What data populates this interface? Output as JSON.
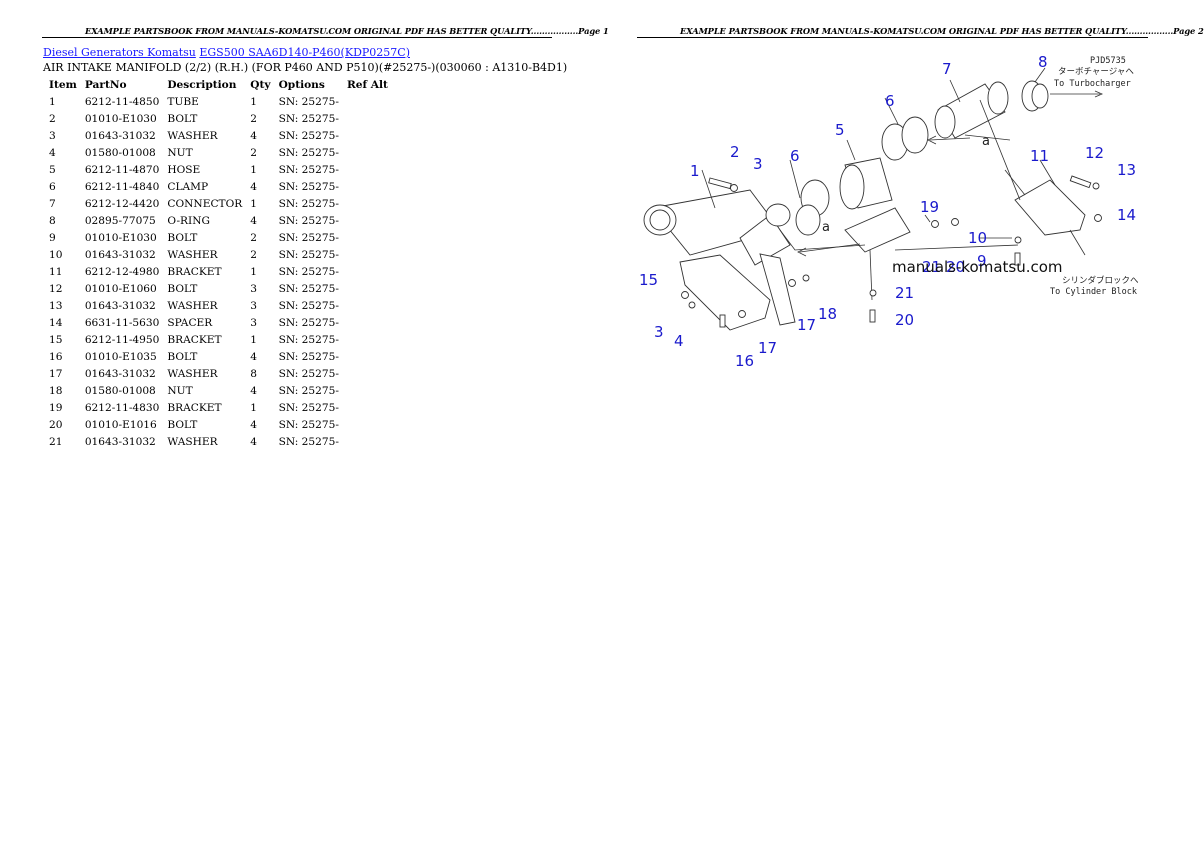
{
  "header": {
    "left": "EXAMPLE PARTSBOOK FROM MANUALS-KOMATSU.COM ORIGINAL PDF HAS BETTER QUALITY.................Page 1",
    "right": "EXAMPLE PARTSBOOK FROM MANUALS-KOMATSU.COM ORIGINAL PDF HAS BETTER QUALITY.................Page 2"
  },
  "breadcrumb": {
    "link1": "Diesel Generators Komatsu",
    "link2": "EGS500 SAA6D140-P460(KDP0257C)"
  },
  "section_title": "AIR INTAKE MANIFOLD (2/2) (R.H.) (FOR P460 AND P510)(#25275-)(030060 : A1310-B4D1)",
  "table": {
    "headers": [
      "Item",
      "PartNo",
      "Description",
      "Qty",
      "Options",
      "Ref Alt"
    ],
    "rows": [
      [
        "1",
        "6212-11-4850",
        "TUBE",
        "1",
        "SN: 25275-",
        ""
      ],
      [
        "2",
        "01010-E1030",
        "BOLT",
        "2",
        "SN: 25275-",
        ""
      ],
      [
        "3",
        "01643-31032",
        "WASHER",
        "4",
        "SN: 25275-",
        ""
      ],
      [
        "4",
        "01580-01008",
        "NUT",
        "2",
        "SN: 25275-",
        ""
      ],
      [
        "5",
        "6212-11-4870",
        "HOSE",
        "1",
        "SN: 25275-",
        ""
      ],
      [
        "6",
        "6212-11-4840",
        "CLAMP",
        "4",
        "SN: 25275-",
        ""
      ],
      [
        "7",
        "6212-12-4420",
        "CONNECTOR",
        "1",
        "SN: 25275-",
        ""
      ],
      [
        "8",
        "02895-77075",
        "O-RING",
        "4",
        "SN: 25275-",
        ""
      ],
      [
        "9",
        "01010-E1030",
        "BOLT",
        "2",
        "SN: 25275-",
        ""
      ],
      [
        "10",
        "01643-31032",
        "WASHER",
        "2",
        "SN: 25275-",
        ""
      ],
      [
        "11",
        "6212-12-4980",
        "BRACKET",
        "1",
        "SN: 25275-",
        ""
      ],
      [
        "12",
        "01010-E1060",
        "BOLT",
        "3",
        "SN: 25275-",
        ""
      ],
      [
        "13",
        "01643-31032",
        "WASHER",
        "3",
        "SN: 25275-",
        ""
      ],
      [
        "14",
        "6631-11-5630",
        "SPACER",
        "3",
        "SN: 25275-",
        ""
      ],
      [
        "15",
        "6212-11-4950",
        "BRACKET",
        "1",
        "SN: 25275-",
        ""
      ],
      [
        "16",
        "01010-E1035",
        "BOLT",
        "4",
        "SN: 25275-",
        ""
      ],
      [
        "17",
        "01643-31032",
        "WASHER",
        "8",
        "SN: 25275-",
        ""
      ],
      [
        "18",
        "01580-01008",
        "NUT",
        "4",
        "SN: 25275-",
        ""
      ],
      [
        "19",
        "6212-11-4830",
        "BRACKET",
        "1",
        "SN: 25275-",
        ""
      ],
      [
        "20",
        "01010-E1016",
        "BOLT",
        "4",
        "SN: 25275-",
        ""
      ],
      [
        "21",
        "01643-31032",
        "WASHER",
        "4",
        "SN: 25275-",
        ""
      ]
    ]
  },
  "diagram": {
    "code": "PJD5735",
    "turbo_jp": "ターボチャージャへ",
    "turbo_en": "To Turbocharger",
    "block_jp": "シリンダブロックへ",
    "block_en": "To Cylinder Block",
    "watermark": "manuals-komatsu.com",
    "ref_a": "a",
    "callouts": {
      "c1": "1",
      "c2": "2",
      "c3a": "3",
      "c3b": "3",
      "c4": "4",
      "c5": "5",
      "c6a": "6",
      "c6b": "6",
      "c7": "7",
      "c8": "8",
      "c9": "9",
      "c10": "10",
      "c11": "11",
      "c12": "12",
      "c13": "13",
      "c14": "14",
      "c15": "15",
      "c16": "16",
      "c17a": "17",
      "c17b": "17",
      "c18": "18",
      "c19": "19",
      "c20a": "20",
      "c20b": "20",
      "c21a": "21",
      "c21b": "21"
    }
  }
}
